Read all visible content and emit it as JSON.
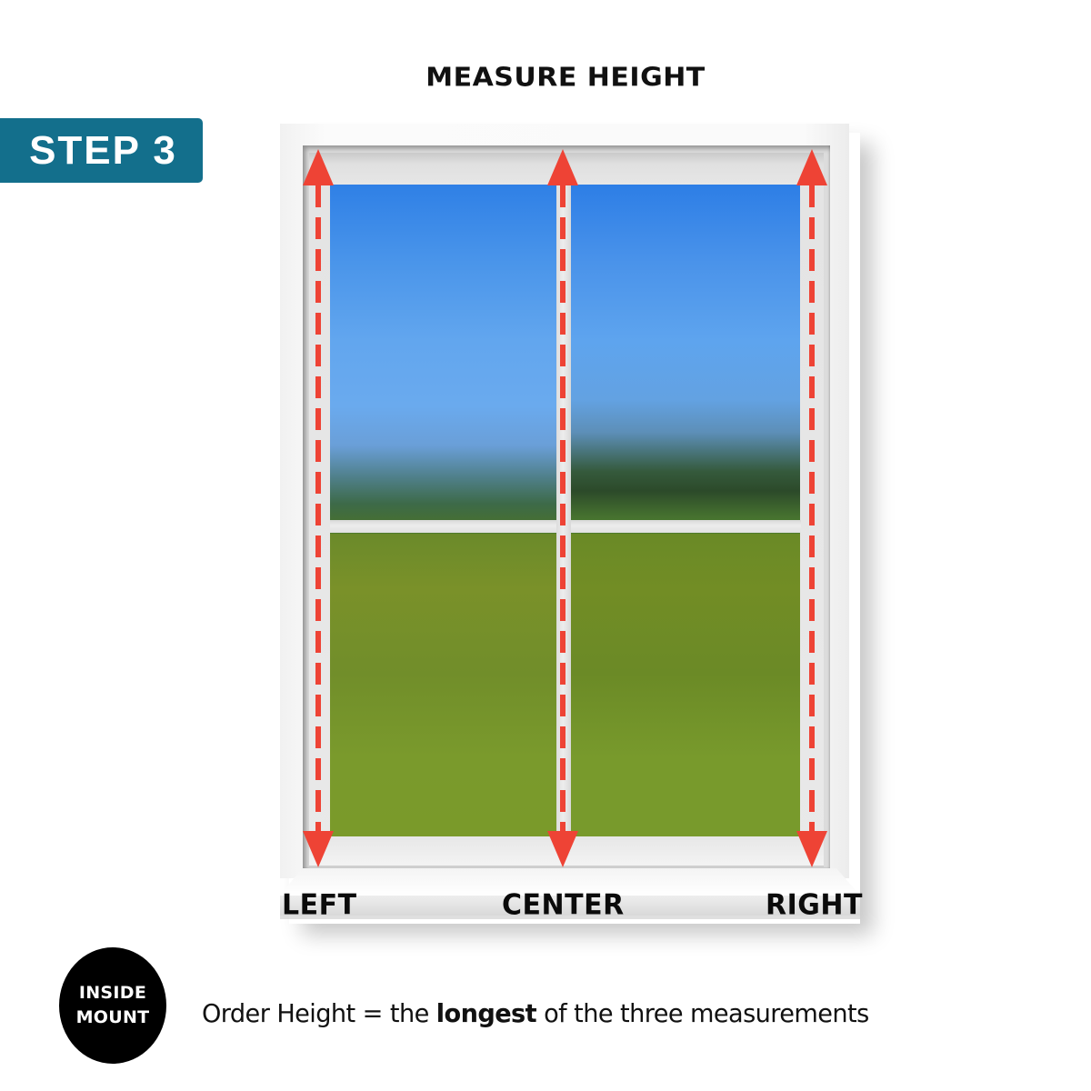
{
  "step_badge": {
    "label": "STEP 3",
    "color": "#136f8c"
  },
  "title": "MEASURE HEIGHT",
  "window": {
    "panes": 4,
    "frame_color": "#f7f7f7",
    "arrow_color": "#ee4335"
  },
  "measurements": [
    {
      "id": "left",
      "label": "LEFT"
    },
    {
      "id": "center",
      "label": "CENTER"
    },
    {
      "id": "right",
      "label": "RIGHT"
    }
  ],
  "mount_badge": {
    "line1": "INSIDE",
    "line2": "MOUNT"
  },
  "caption": {
    "prefix": "Order Height = the ",
    "emphasis": "longest",
    "suffix": " of the three measurements"
  }
}
